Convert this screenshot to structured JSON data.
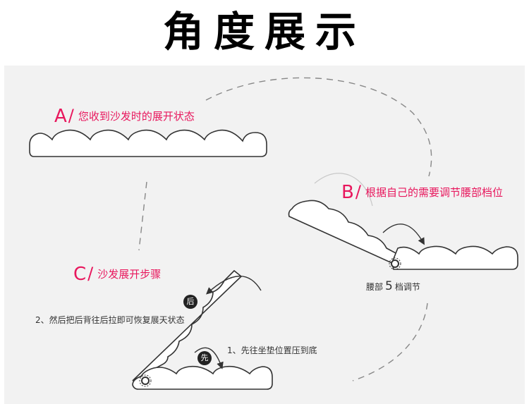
{
  "title": "角度展示",
  "colors": {
    "accent": "#e8175d",
    "panel": "#f2f2f2",
    "line": "#333333"
  },
  "steps": [
    {
      "letter": "A",
      "slash": "/",
      "text": "您收到沙发时的展开状态"
    },
    {
      "letter": "B",
      "slash": "/",
      "text": "根据自己的需要调节腰部档位"
    },
    {
      "letter": "C",
      "slash": "/",
      "text": "沙发展开步骤"
    }
  ],
  "waist": {
    "prefix": "腰部",
    "number": "5",
    "suffix": "档调节"
  },
  "instructions": {
    "step1": "1、先往坐垫位置压到底",
    "step2": "2、然后把后背往后拉即可恢复展天状态"
  },
  "badges": {
    "first": "先",
    "after": "后"
  }
}
